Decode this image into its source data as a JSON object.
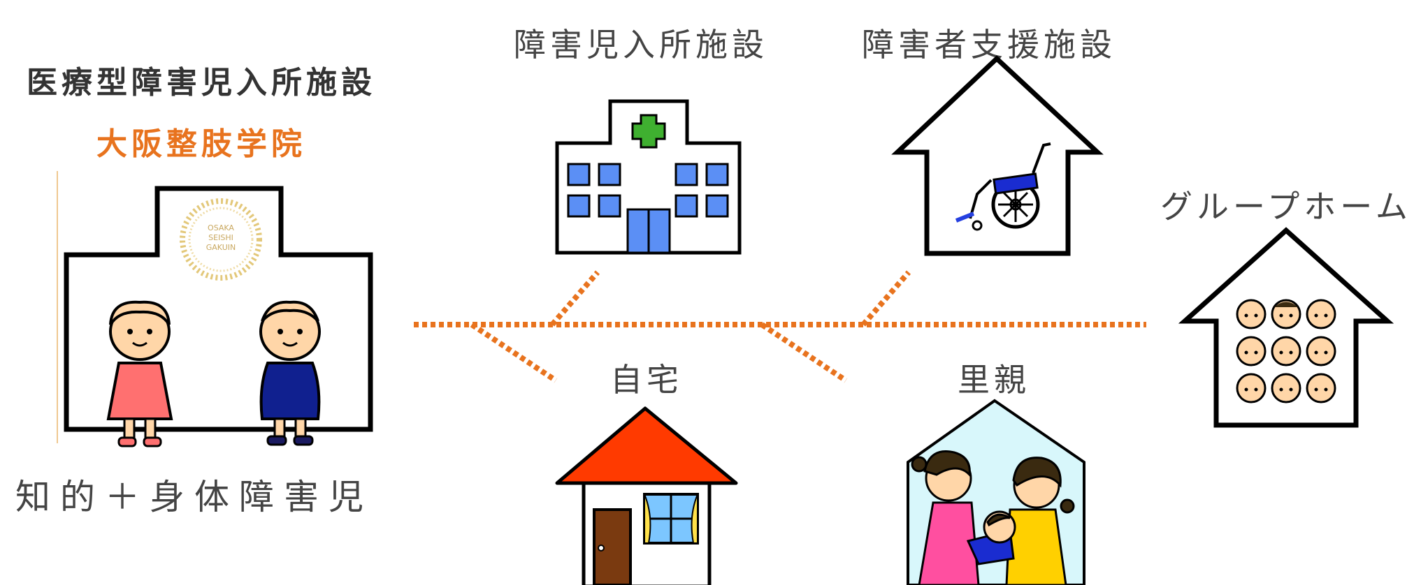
{
  "left": {
    "heading": "医療型障害児入所施設",
    "name": "大阪整肢学院",
    "seal_text": [
      "OSAKA",
      "SEISHI",
      "GAKUIN"
    ],
    "caption": "知的＋身体障害児"
  },
  "destinations": {
    "children_facility": "障害児入所施設",
    "adult_facility": "障害者支援施設",
    "group_home": "グループホーム",
    "home": "自宅",
    "foster": "里親"
  },
  "colors": {
    "accent_orange": "#e8731e",
    "line_dotted": "#e8731e",
    "window_blue": "#5b8ff5",
    "roof_red": "#ff3a00",
    "cross_green": "#3fb030",
    "foster_bg": "#d8f7fb"
  },
  "icons": [
    "hospital-icon",
    "wheelchair-house-icon",
    "group-home-icon",
    "house-icon",
    "foster-family-icon",
    "children-icon"
  ]
}
